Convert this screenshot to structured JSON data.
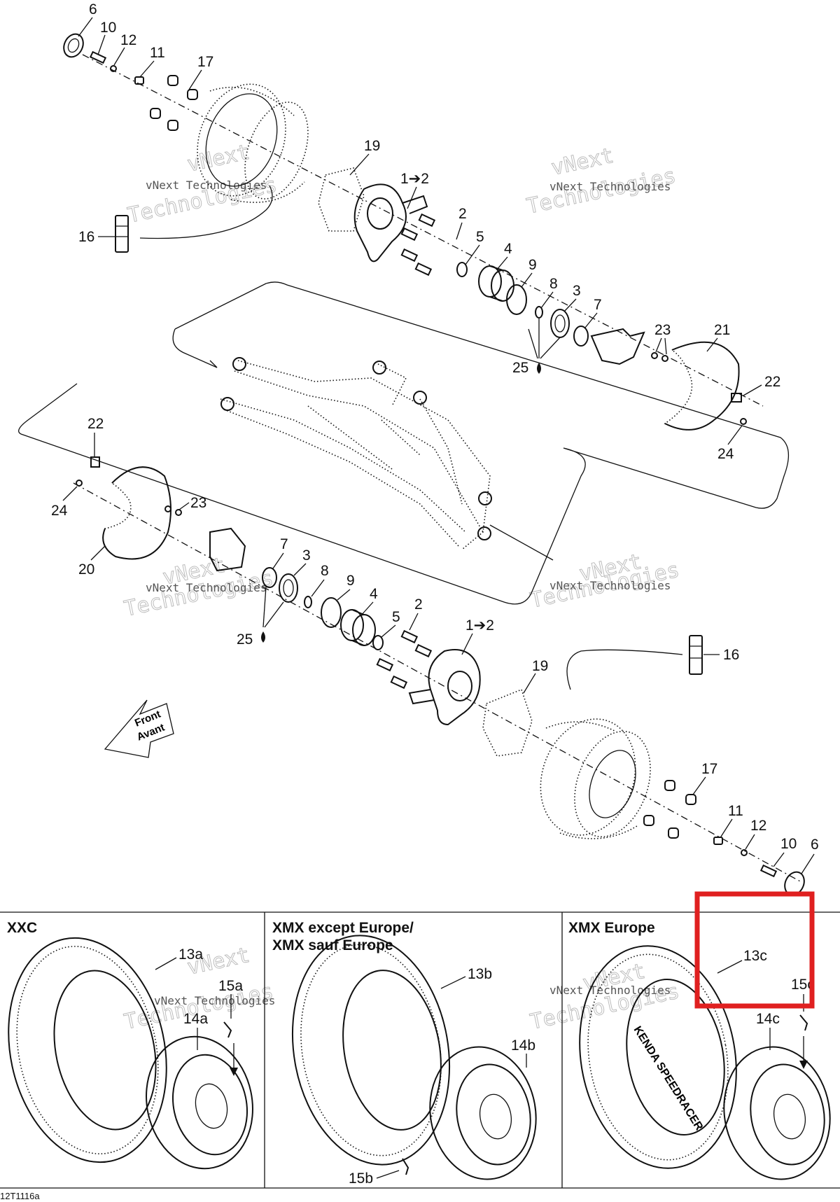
{
  "callouts": {
    "c6": "6",
    "c10": "10",
    "c12": "12",
    "c11": "11",
    "c17": "17",
    "c19": "19",
    "c1to2": "1➔2",
    "c2": "2",
    "c16": "16",
    "c5": "5",
    "c4": "4",
    "c9": "9",
    "c8": "8",
    "c3": "3",
    "c7": "7",
    "c23": "23",
    "c21": "21",
    "c22": "22",
    "c25": "25",
    "c24": "24",
    "l22": "22",
    "l24": "24",
    "l23": "23",
    "l20": "20",
    "l7": "7",
    "l3": "3",
    "l8": "8",
    "l9": "9",
    "l4": "4",
    "l2": "2",
    "l5": "5",
    "l25": "25",
    "l1to2": "1➔2",
    "l19": "19",
    "l16": "16",
    "l17": "17",
    "l11": "11",
    "l12": "12",
    "l10": "10",
    "l6": "6",
    "t13a": "13a",
    "t15a": "15a",
    "t14a": "14a",
    "t13b": "13b",
    "t14b": "14b",
    "t15b": "15b",
    "t13c": "13c",
    "t15c": "15c",
    "t14c": "14c"
  },
  "front_arrow": {
    "line1": "Front",
    "line2": "Avant"
  },
  "watermark": {
    "line1": "vNext",
    "line2": "Technologies",
    "small": "vNext Technologies"
  },
  "panels": {
    "xxc": {
      "title": "XXC"
    },
    "xmx_except": {
      "title_line1": "XMX except Europe/",
      "title_line2": "XMX sauf Europe"
    },
    "xmx_europe": {
      "title": "XMX Europe"
    }
  },
  "tire_brand": "KENDA  SPEEDRACER",
  "drawing_code": "12T1116a",
  "highlight_color": "#e02020"
}
